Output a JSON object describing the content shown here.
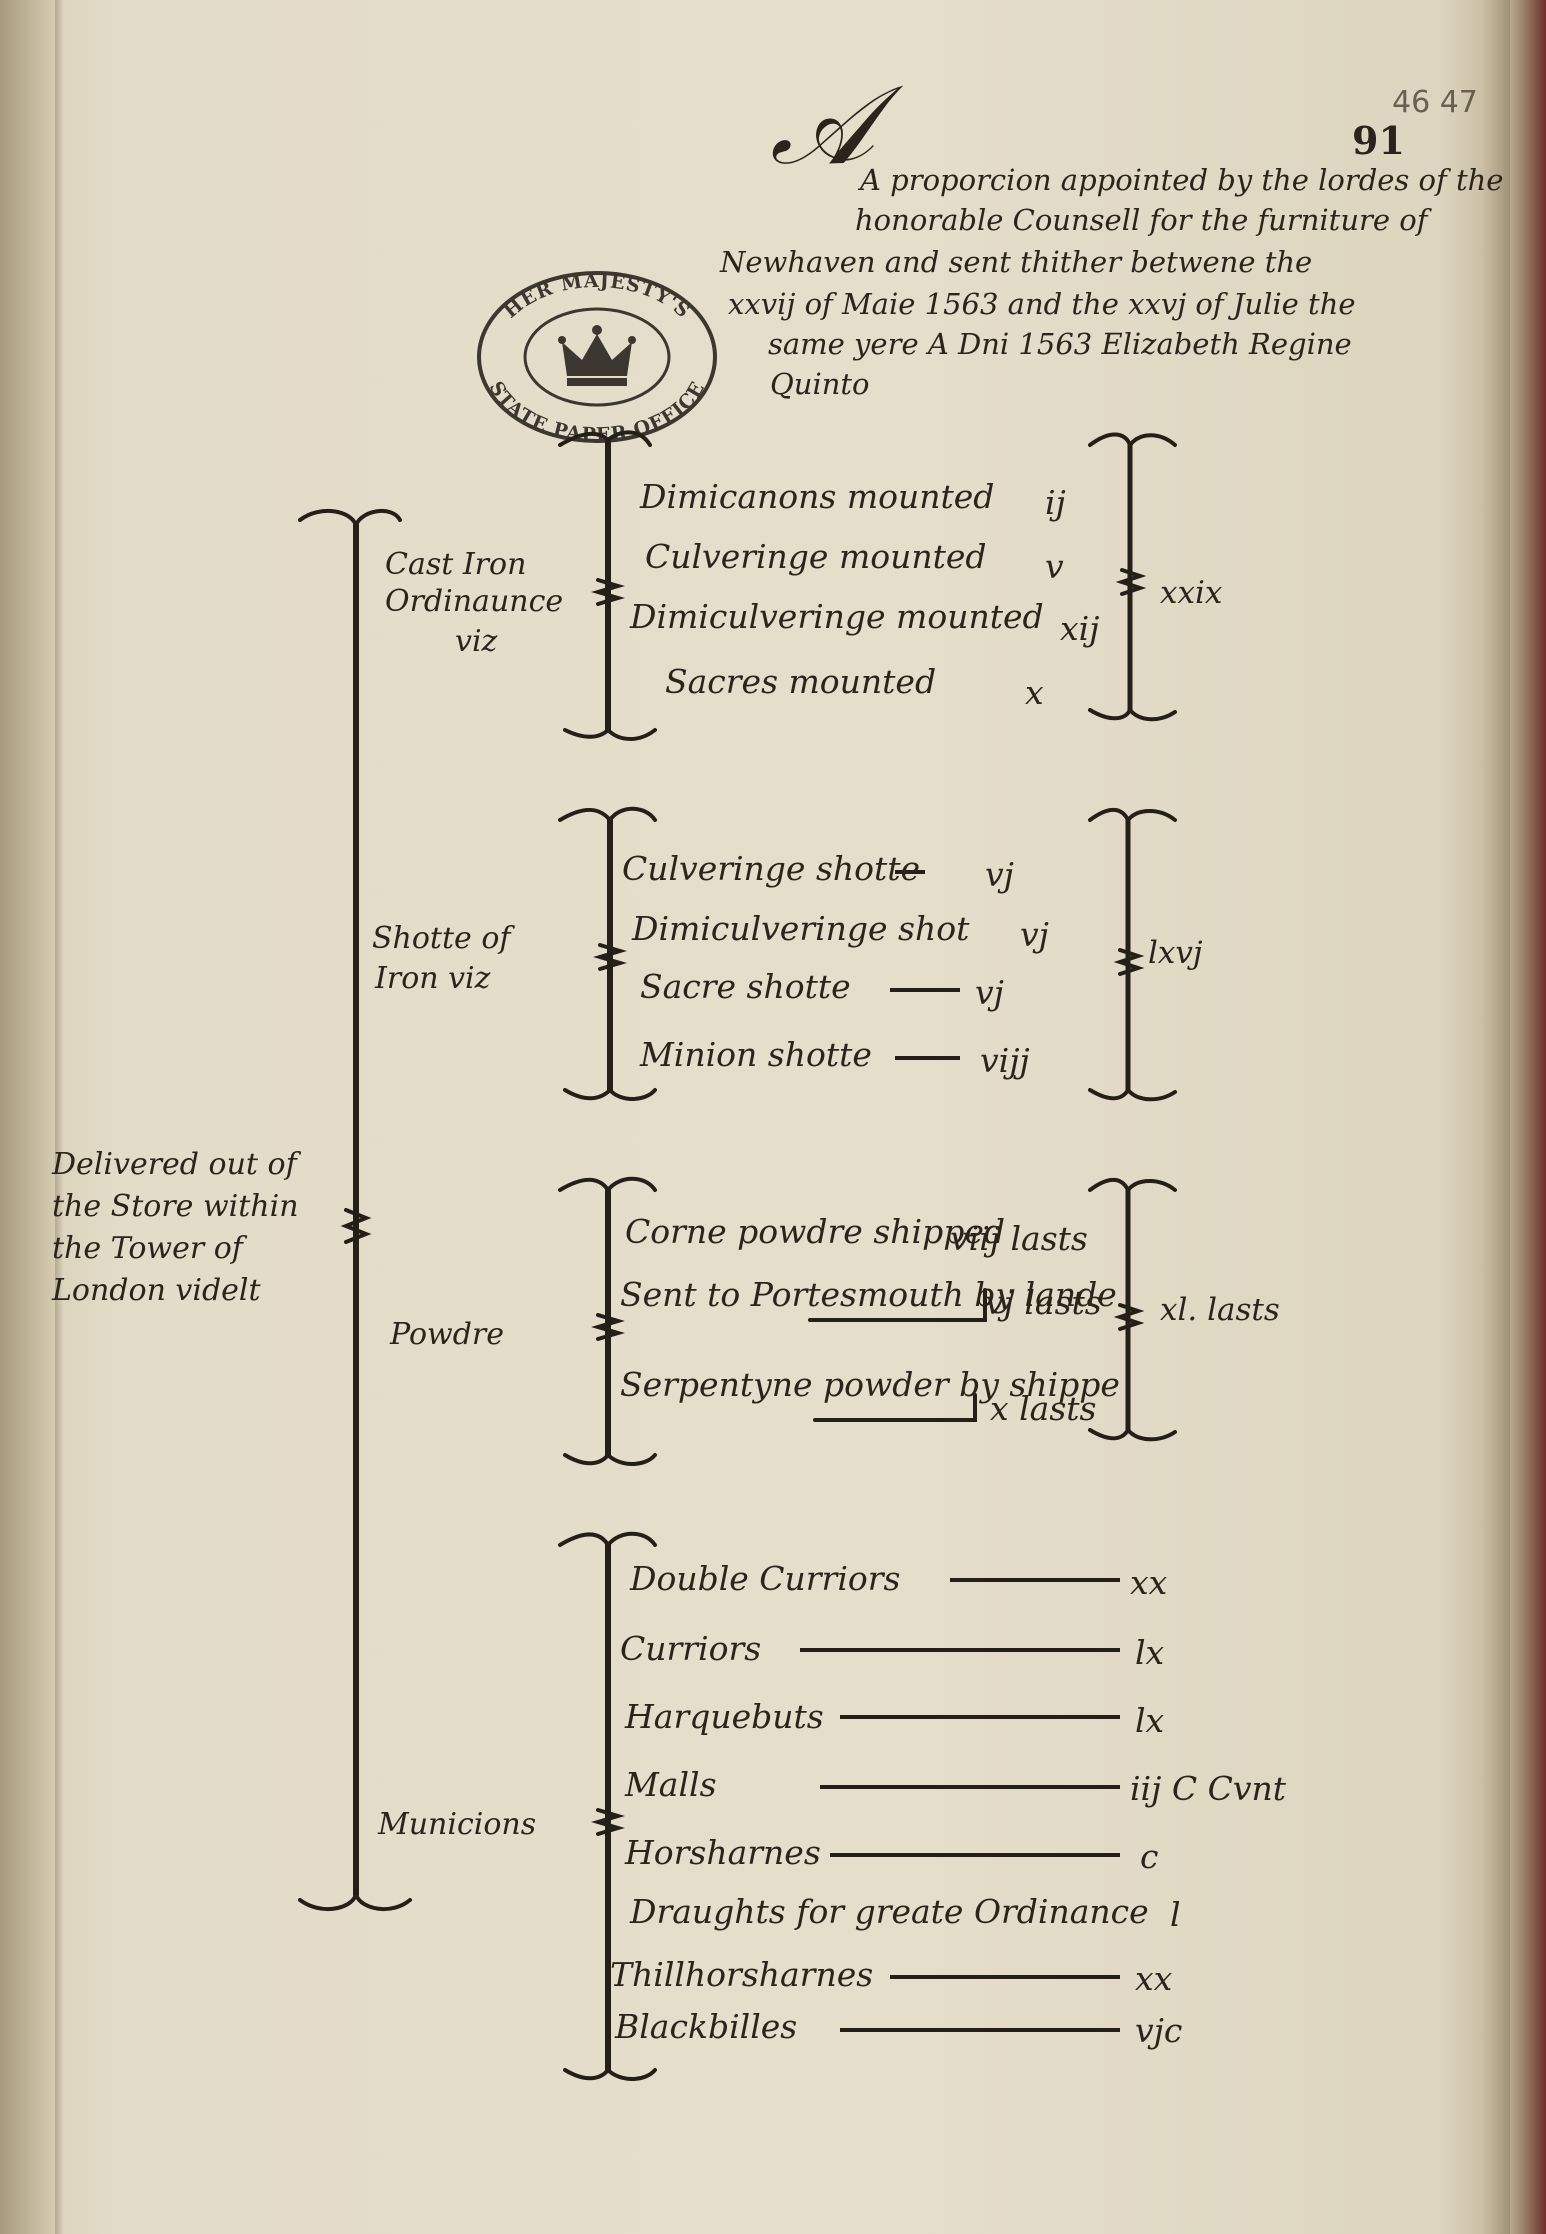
{
  "folio": {
    "pencil": "46 47",
    "ink": "91"
  },
  "stamp": {
    "top_text": "HER MAJESTY'S",
    "bottom_text": "STATE PAPER OFFICE",
    "emblem": "crown-emblem"
  },
  "title": {
    "lines": [
      "A proporcion appointed by the lordes of the",
      "honorable Counsell for the furniture of",
      "Newhaven and sent thither betwene the",
      "xxvij of Maie 1563 and the xxvj of Julie the",
      "same yere A Dni 1563 Elizabeth Regine",
      "Quinto"
    ]
  },
  "main_label": [
    "Delivered out of",
    "the Store within",
    "the Tower of",
    "London videlt"
  ],
  "sections": [
    {
      "category": [
        "Cast Iron",
        "Ordinaunce",
        "viz"
      ],
      "items": [
        {
          "label": "Dimicanons mounted",
          "qty": "ij"
        },
        {
          "label": "Culveringe mounted",
          "qty": "v"
        },
        {
          "label": "Dimiculveringe mounted",
          "qty": "xij"
        },
        {
          "label": "Sacres mounted",
          "qty": "x"
        }
      ],
      "total": "xxix"
    },
    {
      "category": [
        "Shotte of",
        "Iron viz"
      ],
      "items": [
        {
          "label": "Culveringe shotte",
          "qty": "vj"
        },
        {
          "label": "Dimiculveringe shot",
          "qty": "vj"
        },
        {
          "label": "Sacre shotte",
          "qty": "vj"
        },
        {
          "label": "Minion shotte",
          "qty": "vijj"
        }
      ],
      "total": "lxvj"
    },
    {
      "category": [
        "Powdre"
      ],
      "items": [
        {
          "label": "Corne powdre shipped",
          "qty": "viij lasts"
        },
        {
          "label": "Sent to Portesmouth by lande",
          "qty": "vj lasts"
        },
        {
          "label": "Serpentyne powder by shippe",
          "qty": "x lasts"
        }
      ],
      "total": "xl. lasts"
    },
    {
      "category": [
        "Municions"
      ],
      "items": [
        {
          "label": "Double Curriors",
          "qty": "xx"
        },
        {
          "label": "Curriors",
          "qty": "lx"
        },
        {
          "label": "Harquebuts",
          "qty": "lx"
        },
        {
          "label": "Malls",
          "qty": "iij C Cvnt"
        },
        {
          "label": "Horsharnes",
          "qty": "c"
        },
        {
          "label": "Draughts for greate Ordinance",
          "qty": "l"
        },
        {
          "label": "Thillhorsharnes",
          "qty": "xx"
        },
        {
          "label": "Blackbilles",
          "qty": "vjc"
        }
      ]
    }
  ]
}
